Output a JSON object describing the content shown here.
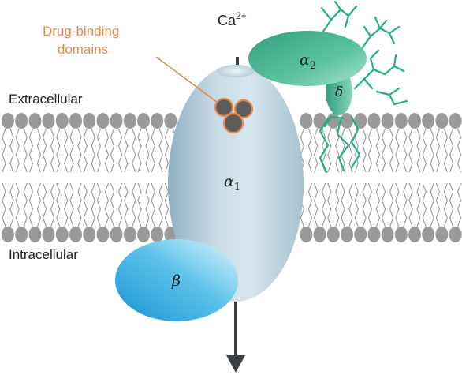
{
  "labels": {
    "drug_binding_line1": "Drug-binding",
    "drug_binding_line2": "domains",
    "ion": "Ca",
    "ion_charge": "2+",
    "extracellular": "Extracellular",
    "intracellular": "Intracellular",
    "alpha1": "α",
    "alpha1_sub": "1",
    "alpha2": "α",
    "alpha2_sub": "2",
    "delta": "δ",
    "beta": "β"
  },
  "colors": {
    "orange": "#E8894A",
    "alpha1_light": "#D4E3EC",
    "alpha1_dark": "#8FAFC1",
    "alpha2": "#3DB08F",
    "alpha2_light": "#7FD3B5",
    "beta_light": "#DDF3FC",
    "beta_dark": "#1F9DD9",
    "lipid_head": "#9A9A9A",
    "lipid_tail": "#9A9A9A",
    "glycan": "#1FAE86",
    "arrow": "#3A3F45",
    "drug_site": "#5C5C5C"
  }
}
